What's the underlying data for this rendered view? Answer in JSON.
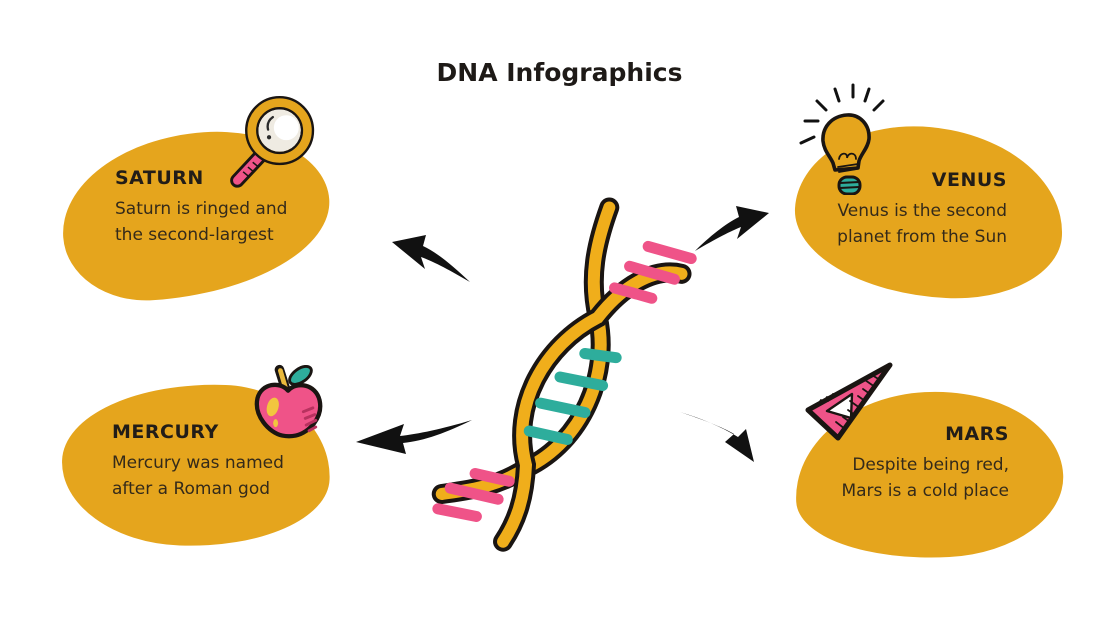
{
  "slide": {
    "title": "DNA Infographics"
  },
  "colors": {
    "background": "#FFFFFF",
    "blob_yellow": "#E5A51D",
    "helix_yellow": "#F0AE1B",
    "pink": "#EF5388",
    "teal": "#2EAD9C",
    "outline_black": "#1A1512",
    "heading_text": "#221D18",
    "body_text": "#342A1A"
  },
  "cards": [
    {
      "id": "saturn",
      "label": "SATURN",
      "description": "Saturn is ringed and\nthe second-largest",
      "icon": "magnifier-icon"
    },
    {
      "id": "venus",
      "label": "VENUS",
      "description": "Venus is the second\nplanet from the Sun",
      "icon": "lightbulb-icon"
    },
    {
      "id": "mercury",
      "label": "MERCURY",
      "description": "Mercury was named\nafter a Roman god",
      "icon": "apple-icon"
    },
    {
      "id": "mars",
      "label": "MARS",
      "description": "Despite being red,\nMars is a cold place",
      "icon": "set-square-icon"
    }
  ],
  "center_illustration": "dna-helix",
  "arrows": [
    "top-left",
    "top-right",
    "bottom-left",
    "bottom-right"
  ]
}
